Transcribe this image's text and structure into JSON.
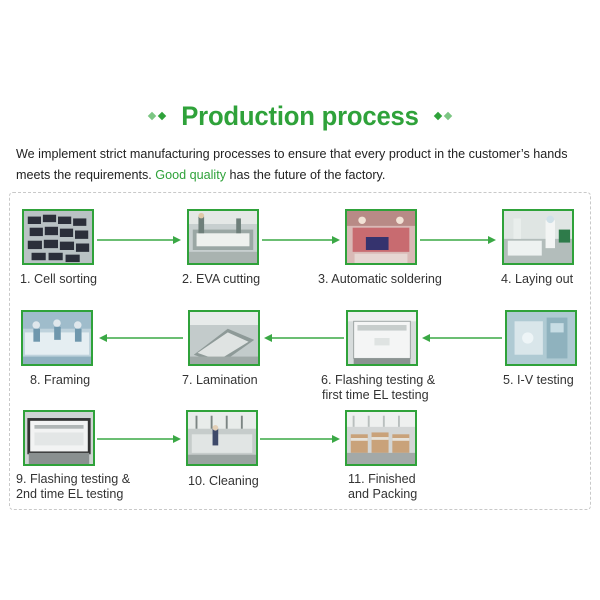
{
  "header": {
    "title": "Production process"
  },
  "intro": {
    "text_before": "We implement strict manufacturing processes to ensure that every product in the customer’s hands meets the requirements. ",
    "highlight": "Good quality",
    "text_after": " has the future of the factory."
  },
  "steps": [
    {
      "label": "1. Cell sorting",
      "photo": "cell-sorting-photo"
    },
    {
      "label": "2. EVA cutting",
      "photo": "eva-cutting-photo"
    },
    {
      "label": "3. Automatic soldering",
      "photo": "automatic-soldering-photo"
    },
    {
      "label": "4. Laying out",
      "photo": "laying-out-photo"
    },
    {
      "label": "5. I-V testing",
      "photo": "iv-testing-photo"
    },
    {
      "label_line1": "6. Flashing testing &",
      "label_line2": "first time EL testing",
      "photo": "flashing-testing-photo"
    },
    {
      "label": "7. Lamination",
      "photo": "lamination-photo"
    },
    {
      "label": "8. Framing",
      "photo": "framing-photo"
    },
    {
      "label_line1": "9. Flashing testing &",
      "label_line2": "2nd time EL testing",
      "photo": "second-flashing-testing-photo"
    },
    {
      "label": "10. Cleaning",
      "photo": "cleaning-photo"
    },
    {
      "label_line1": "11. Finished",
      "label_line2": "and Packing",
      "photo": "finished-packing-photo"
    }
  ],
  "colors": {
    "accent": "#2fa23a",
    "arrow": "#3aa845",
    "frame_border": "#c9c9c9"
  },
  "icons": {
    "title_left": "diamond-bullets-icon",
    "title_right": "diamond-bullets-icon",
    "connector": "right-arrow-icon"
  }
}
